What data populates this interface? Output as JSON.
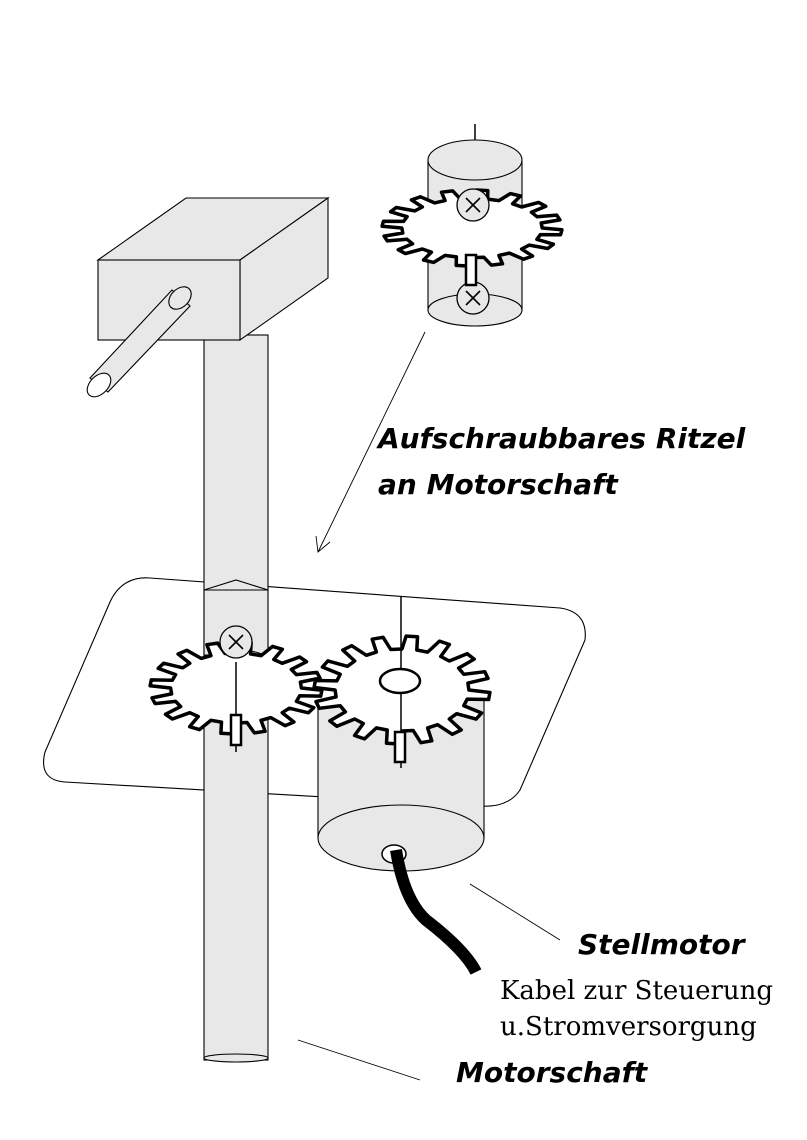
{
  "labels": {
    "pinion_line1": "Aufschraubbares Ritzel",
    "pinion_line2": "an Motorschaft",
    "servo": "Stellmotor",
    "cable_line1": "Kabel zur Steuerung",
    "cable_line2": "u.Stromversorgung",
    "shaft": "Motorschaft"
  },
  "colors": {
    "part_fill": "#e8e8e8",
    "outline": "#000000",
    "background": "#ffffff"
  },
  "icons": [
    "screw-cross-icon",
    "gear-icon"
  ]
}
